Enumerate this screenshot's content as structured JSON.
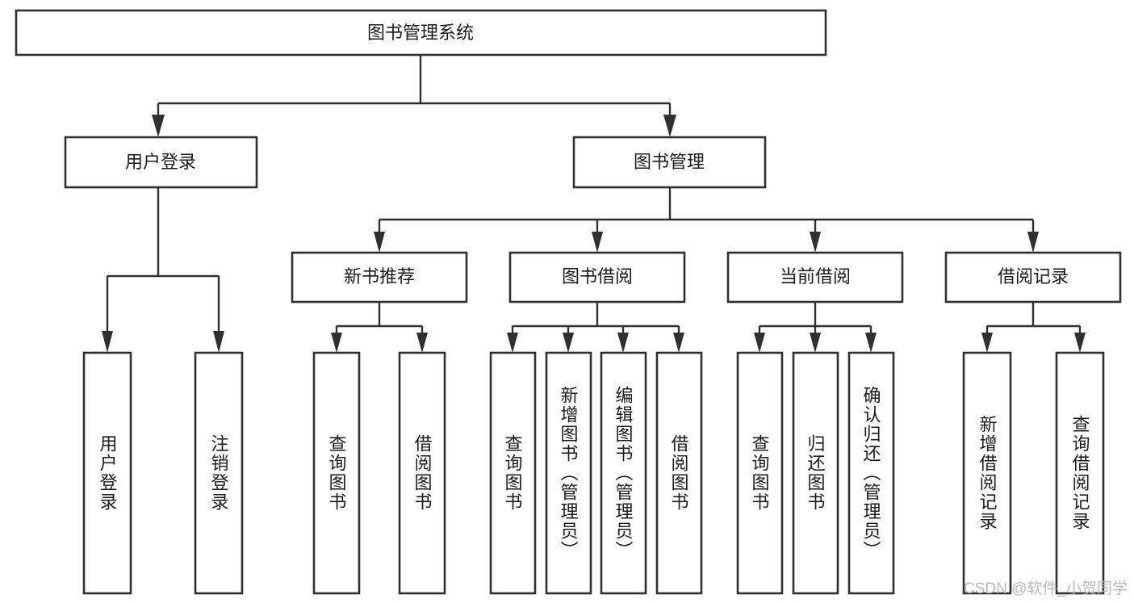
{
  "diagram": {
    "title": "图书管理系统",
    "type": "hierarchy-tree",
    "root": {
      "id": "root",
      "label": "图书管理系统",
      "orientation": "horizontal"
    },
    "level2": [
      {
        "id": "user-login",
        "label": "用户登录",
        "orientation": "horizontal"
      },
      {
        "id": "book-management",
        "label": "图书管理",
        "orientation": "horizontal"
      }
    ],
    "level3": [
      {
        "id": "new-book-recommend",
        "label": "新书推荐",
        "orientation": "horizontal",
        "parent": "book-management"
      },
      {
        "id": "book-borrow",
        "label": "图书借阅",
        "orientation": "horizontal",
        "parent": "book-management"
      },
      {
        "id": "current-borrow",
        "label": "当前借阅",
        "orientation": "horizontal",
        "parent": "book-management"
      },
      {
        "id": "borrow-record",
        "label": "借阅记录",
        "orientation": "horizontal",
        "parent": "book-management"
      }
    ],
    "leaves": [
      {
        "id": "leaf-user-login",
        "label": "用户登录",
        "orientation": "vertical",
        "parent": "user-login"
      },
      {
        "id": "leaf-user-logout",
        "label": "注销登录",
        "orientation": "vertical",
        "parent": "user-login"
      },
      {
        "id": "leaf-query-book-1",
        "label": "查询图书",
        "orientation": "vertical",
        "parent": "new-book-recommend"
      },
      {
        "id": "leaf-borrow-book-1",
        "label": "借阅图书",
        "orientation": "vertical",
        "parent": "new-book-recommend"
      },
      {
        "id": "leaf-query-book-2",
        "label": "查询图书",
        "orientation": "vertical",
        "parent": "book-borrow"
      },
      {
        "id": "leaf-add-book",
        "label": "新增图书（管理员）",
        "orientation": "vertical",
        "parent": "book-borrow"
      },
      {
        "id": "leaf-edit-book",
        "label": "编辑图书（管理员）",
        "orientation": "vertical",
        "parent": "book-borrow"
      },
      {
        "id": "leaf-borrow-book-2",
        "label": "借阅图书",
        "orientation": "vertical",
        "parent": "book-borrow"
      },
      {
        "id": "leaf-query-book-3",
        "label": "查询图书",
        "orientation": "vertical",
        "parent": "current-borrow"
      },
      {
        "id": "leaf-return-book",
        "label": "归还图书",
        "orientation": "vertical",
        "parent": "current-borrow"
      },
      {
        "id": "leaf-confirm-return",
        "label": "确认归还（管理员）",
        "orientation": "vertical",
        "parent": "current-borrow"
      },
      {
        "id": "leaf-add-record",
        "label": "新增借阅记录",
        "orientation": "vertical",
        "parent": "borrow-record"
      },
      {
        "id": "leaf-query-record",
        "label": "查询借阅记录",
        "orientation": "vertical",
        "parent": "borrow-record"
      }
    ]
  },
  "watermark": {
    "text": "CSDN @软件_小贺同学"
  },
  "colors": {
    "stroke": "#303030",
    "fill": "#ffffff",
    "text": "#1b1b1b",
    "watermark": "#b9b9b9"
  }
}
